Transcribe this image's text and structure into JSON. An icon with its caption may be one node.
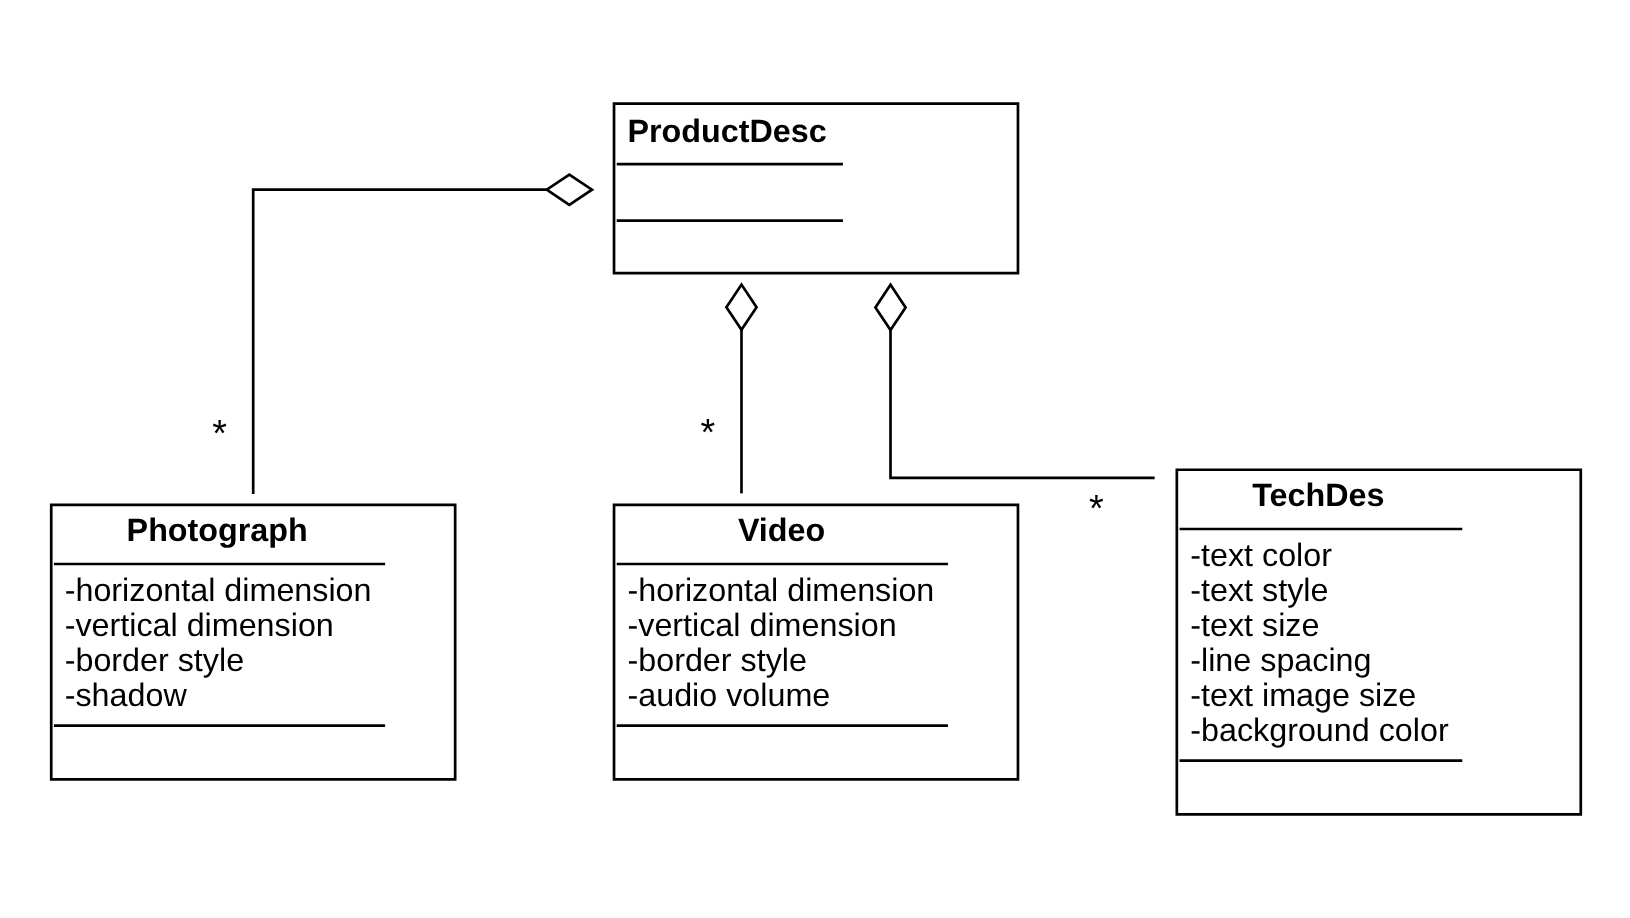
{
  "diagram": {
    "nodes": [
      {
        "text": [
          "ProductDesc"
        ]
      },
      {
        "text": [
          "Photograph",
          "-horizontal dimension",
          "-vertical dimension",
          "-border style",
          "-shadow"
        ]
      },
      {
        "text": [
          "Video",
          "-horizontal dimension",
          "-vertical dimension",
          "-border style",
          "-audio volume"
        ]
      },
      {
        "text": [
          "TechDes",
          "-text color",
          "-text style",
          "-text size",
          "-line spacing",
          "-text image size",
          "-background color"
        ]
      }
    ],
    "edges": [
      {
        "from": 0,
        "to": 1,
        "arrow": "other",
        "label": "*"
      },
      {
        "from": 0,
        "to": 2,
        "arrow": "other",
        "label": "*"
      },
      {
        "from": 0,
        "to": 3,
        "arrow": "other",
        "label": "*"
      }
    ]
  }
}
